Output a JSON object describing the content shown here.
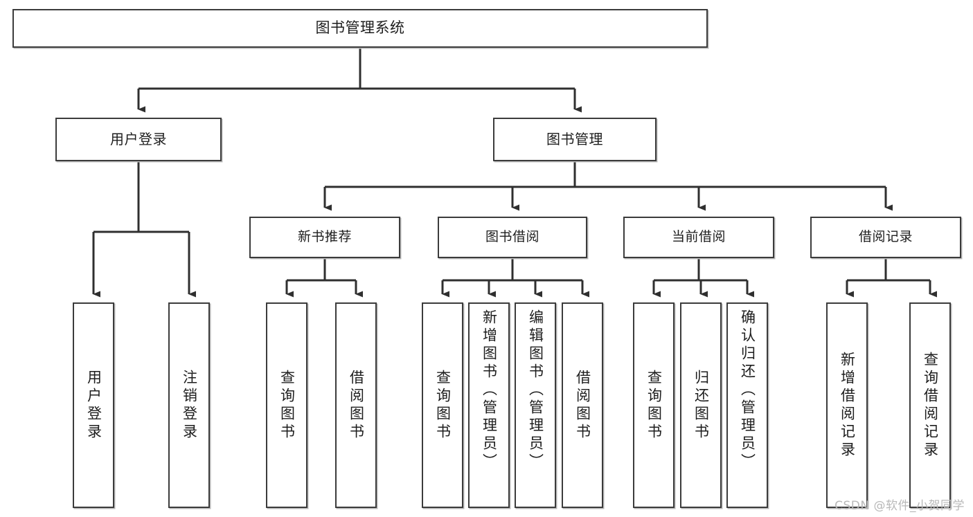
{
  "diagram": {
    "title": "图书管理系统",
    "watermark": "CSDN @软件_小贺同学",
    "colors": {
      "border": "#3b3b3b",
      "background": "#ffffff",
      "text": "#1d1d1d",
      "edge": "#2f2f2f",
      "shadow": "#b9b9b9",
      "watermark": "#b8b8b8"
    },
    "root": {
      "label": "图书管理系统"
    },
    "level2": [
      {
        "label": "用户登录"
      },
      {
        "label": "图书管理"
      }
    ],
    "level3": [
      {
        "label": "新书推荐"
      },
      {
        "label": "图书借阅"
      },
      {
        "label": "当前借阅"
      },
      {
        "label": "借阅记录"
      }
    ],
    "leaves": {
      "user_login": [
        {
          "label": "用户登录"
        },
        {
          "label": "注销登录"
        }
      ],
      "new_book_recommend": [
        {
          "label": "查询图书"
        },
        {
          "label": "借阅图书"
        }
      ],
      "book_borrow": [
        {
          "label": "查询图书"
        },
        {
          "label": "新增图书（管理员）"
        },
        {
          "label": "编辑图书（管理员）"
        },
        {
          "label": "借阅图书"
        }
      ],
      "current_borrow": [
        {
          "label": "查询图书"
        },
        {
          "label": "归还图书"
        },
        {
          "label": "确认归还（管理员）"
        }
      ],
      "borrow_record": [
        {
          "label": "新增借阅记录"
        },
        {
          "label": "查询借阅记录"
        }
      ]
    }
  },
  "chart_data": {
    "type": "table",
    "title": "图书管理系统",
    "hierarchy": {
      "name": "图书管理系统",
      "children": [
        {
          "name": "用户登录",
          "children": [
            {
              "name": "用户登录"
            },
            {
              "name": "注销登录"
            }
          ]
        },
        {
          "name": "图书管理",
          "children": [
            {
              "name": "新书推荐",
              "children": [
                {
                  "name": "查询图书"
                },
                {
                  "name": "借阅图书"
                }
              ]
            },
            {
              "name": "图书借阅",
              "children": [
                {
                  "name": "查询图书"
                },
                {
                  "name": "新增图书（管理员）"
                },
                {
                  "name": "编辑图书（管理员）"
                },
                {
                  "name": "借阅图书"
                }
              ]
            },
            {
              "name": "当前借阅",
              "children": [
                {
                  "name": "查询图书"
                },
                {
                  "name": "归还图书"
                },
                {
                  "name": "确认归还（管理员）"
                }
              ]
            },
            {
              "name": "借阅记录",
              "children": [
                {
                  "name": "新增借阅记录"
                },
                {
                  "name": "查询借阅记录"
                }
              ]
            }
          ]
        }
      ]
    }
  }
}
